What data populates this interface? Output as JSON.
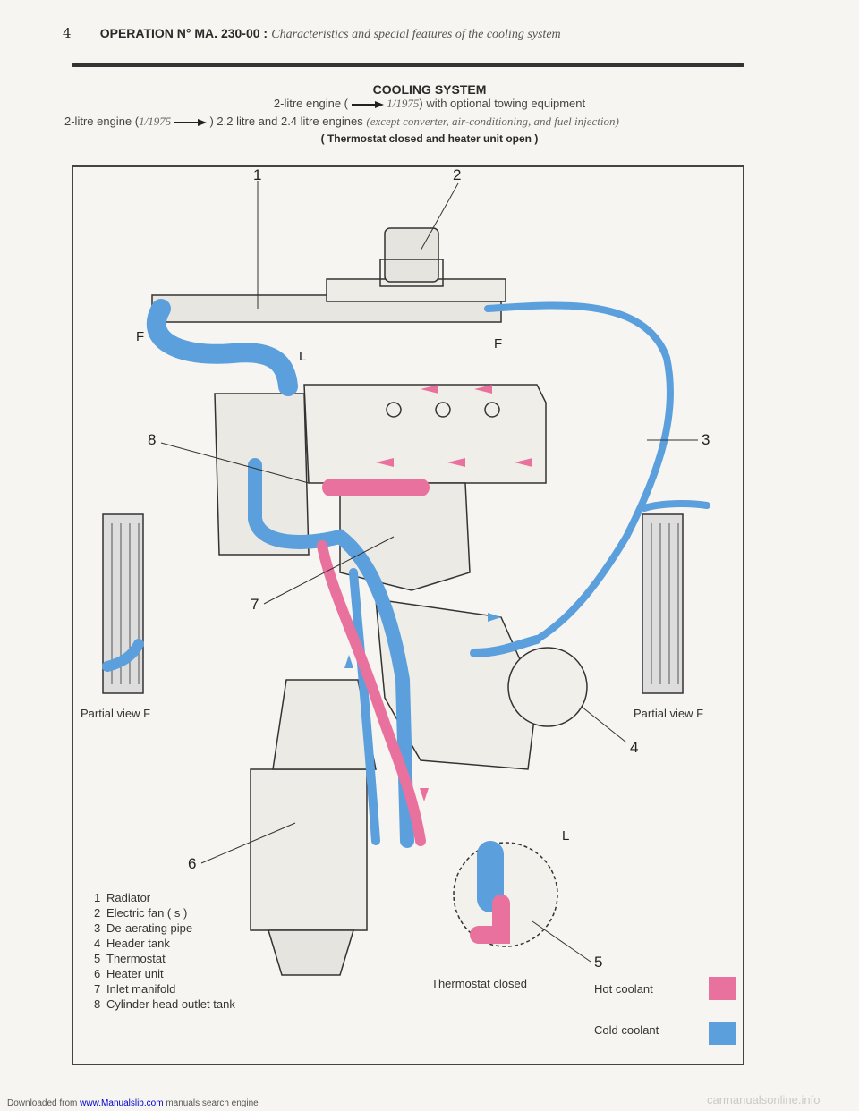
{
  "header": {
    "page_number": "4",
    "operation": "OPERATION N° MA. 230-00 :",
    "subtitle": "Characteristics and special features of the cooling system"
  },
  "title": {
    "main": "COOLING SYSTEM",
    "line1_prefix": "2-litre engine (",
    "line1_date": "1/1975",
    "line1_suffix": ") with optional towing equipment",
    "line2_prefix": "2-litre engine (",
    "line2_date": "1/1975",
    "line2_mid": ") 2.2 litre and 2.4 litre engines",
    "line2_italic": "(except converter, air-conditioning, and fuel injection)",
    "condition": "( Thermostat closed and heater unit open )"
  },
  "callouts": [
    "1",
    "2",
    "3",
    "4",
    "5",
    "6",
    "7",
    "8"
  ],
  "markers": {
    "F": "F",
    "F_left": "F",
    "L": "L"
  },
  "partial_view_left": "Partial view F",
  "partial_view_right": "Partial view F",
  "thermostat_caption": "Thermostat closed",
  "thermostat_L": "L",
  "legend": [
    {
      "n": "1",
      "label": "Radiator"
    },
    {
      "n": "2",
      "label": "Electric fan ( s )"
    },
    {
      "n": "3",
      "label": "De-aerating pipe"
    },
    {
      "n": "4",
      "label": "Header tank"
    },
    {
      "n": "5",
      "label": "Thermostat"
    },
    {
      "n": "6",
      "label": "Heater unit"
    },
    {
      "n": "7",
      "label": "Inlet manifold"
    },
    {
      "n": "8",
      "label": "Cylinder head outlet tank"
    }
  ],
  "coolant_key": {
    "hot": {
      "label": "Hot coolant",
      "color": "#e9719d"
    },
    "cold": {
      "label": "Cold coolant",
      "color": "#5b9fdc"
    }
  },
  "footer": {
    "prefix": "Downloaded from",
    "link": "www.Manualslib.com",
    "suffix": "manuals search engine"
  },
  "watermark": "carmanualsonline.info"
}
